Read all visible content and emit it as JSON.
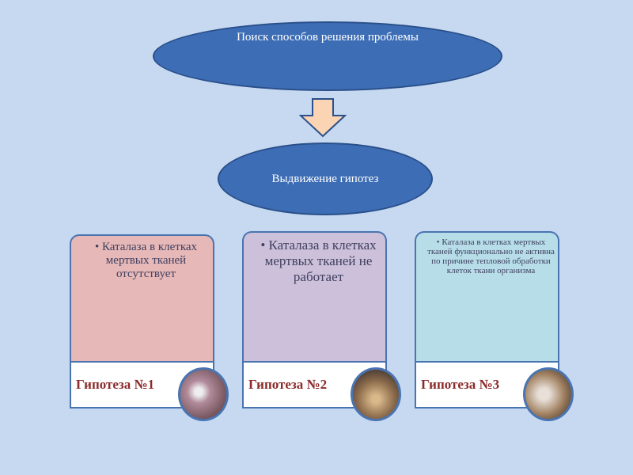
{
  "top_ellipse": "Поиск способов решения проблемы",
  "mid_ellipse": "Выдвижение гипотез",
  "cards": [
    {
      "text": "• Каталаза в клетках мертвых тканей отсутствует",
      "title": "Гипотеза №1",
      "color": "#e6b8b7"
    },
    {
      "text": "• Каталаза в клетках мертвых тканей не работает",
      "title": "Гипотеза №2",
      "color": "#ccc0da"
    },
    {
      "text": "• Каталаза в клетках мертвых тканей функционально не активна по причине тепловой обработки клеток ткани организма",
      "title": "Гипотеза №3",
      "color": "#b7dee8"
    }
  ]
}
